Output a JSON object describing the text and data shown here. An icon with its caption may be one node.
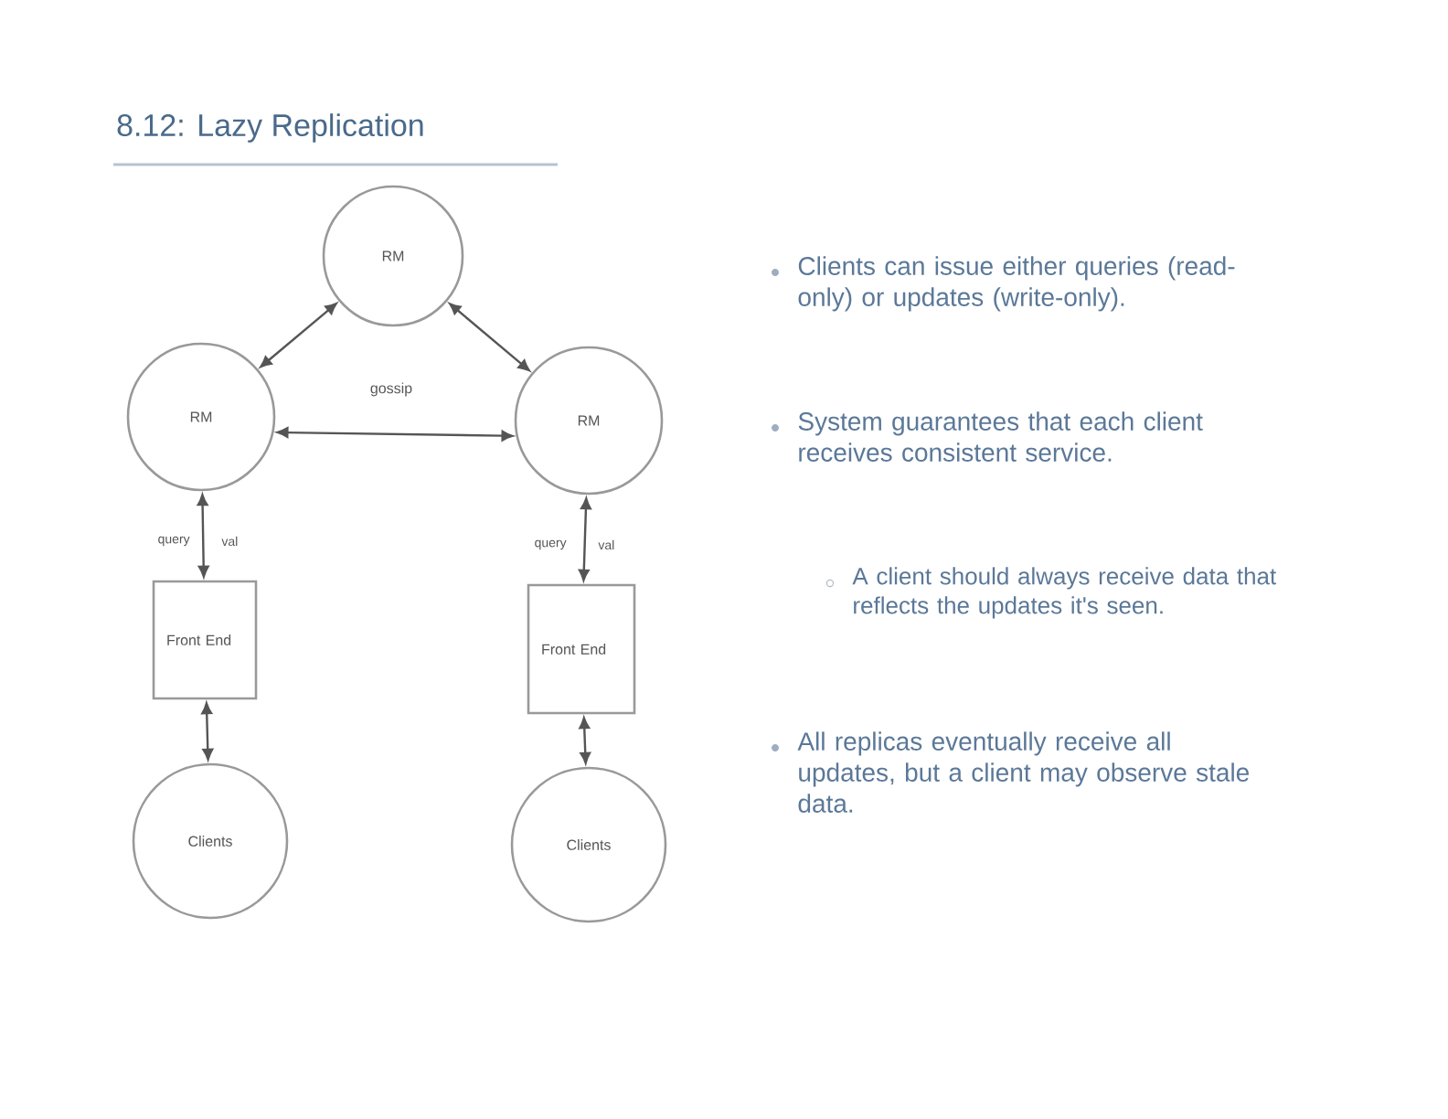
{
  "diagram": {
    "title": "8.12: Lazy Replication",
    "nodes": [
      {
        "text": [
          "RM"
        ]
      },
      {
        "text": [
          "RM"
        ]
      },
      {
        "text": [
          "RM"
        ]
      },
      {
        "text": [
          "Front End"
        ]
      },
      {
        "text": [
          "Front End"
        ]
      },
      {
        "text": [
          "Clients"
        ]
      },
      {
        "text": [
          "Clients"
        ]
      }
    ],
    "edges": [
      {
        "from": 0,
        "to": 1,
        "arrow": "both"
      },
      {
        "from": 0,
        "to": 2,
        "arrow": "both"
      },
      {
        "from": 1,
        "to": 2,
        "arrow": "both",
        "label": "gossip"
      },
      {
        "from": 1,
        "to": 3,
        "arrow": "both"
      },
      {
        "from": 2,
        "to": 4,
        "arrow": "both"
      },
      {
        "from": 3,
        "to": 5,
        "arrow": "both"
      },
      {
        "from": 4,
        "to": 6,
        "arrow": "both"
      }
    ],
    "labels": [
      "query",
      "val",
      "query",
      "val",
      "Clients can issue either queries (read-only) or updates (write-only).",
      "System guarantees that each client receives consistent service.",
      "A client should always receive data that reflects the updates it's seen.",
      "All replicas eventually receive all updates, but a client may observe stale data."
    ]
  }
}
